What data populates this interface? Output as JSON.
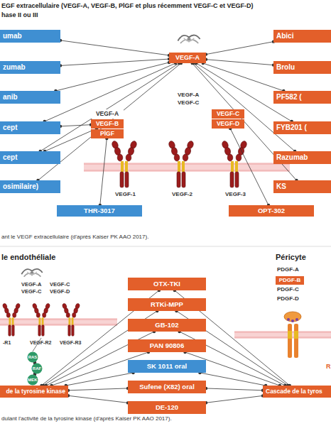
{
  "diagram": {
    "nodes": [
      {
        "text": [
          "umab"
        ]
      },
      {
        "text": [
          "zumab"
        ]
      },
      {
        "text": [
          "anib"
        ]
      },
      {
        "text": [
          "cept"
        ]
      },
      {
        "text": [
          "cept"
        ]
      },
      {
        "text": [
          "osimilaire)"
        ]
      },
      {
        "text": [
          "Abici"
        ]
      },
      {
        "text": [
          "Brolu"
        ]
      },
      {
        "text": [
          "PF582 ("
        ]
      },
      {
        "text": [
          "FYB201 ("
        ]
      },
      {
        "text": [
          "Razumab"
        ]
      },
      {
        "text": [
          "KS"
        ]
      },
      {
        "text": [
          "VEGF-A"
        ]
      },
      {
        "text": [
          "VEGF-A"
        ]
      },
      {
        "text": [
          "VEGF-B"
        ]
      },
      {
        "text": [
          "PlGF"
        ]
      },
      {
        "text": [
          "VEGF-C"
        ]
      },
      {
        "text": [
          "VEGF-D"
        ]
      },
      {
        "text": [
          "THR-3017"
        ]
      },
      {
        "text": [
          "OPT-302"
        ]
      },
      {
        "text": [
          "OTX-TKI"
        ]
      },
      {
        "text": [
          "RTKi-MPP"
        ]
      },
      {
        "text": [
          "GB-102"
        ]
      },
      {
        "text": [
          "PAN 90806"
        ]
      },
      {
        "text": [
          "SK 1011 oral"
        ]
      },
      {
        "text": [
          "Sufene (X82) oral"
        ]
      },
      {
        "text": [
          "DE-120"
        ]
      },
      {
        "text": [
          "de la tyrosine kinase"
        ]
      },
      {
        "text": [
          "Cascade de la tyros"
        ]
      },
      {
        "text": [
          "PDGF-B"
        ]
      },
      {
        "text": [
          "RAS"
        ]
      },
      {
        "text": [
          "RAF"
        ]
      },
      {
        "text": [
          "MEK"
        ]
      }
    ],
    "edges": [
      {
        "from": 0,
        "to": 12,
        "arrow": "none"
      },
      {
        "from": 1,
        "to": 12,
        "arrow": "none"
      },
      {
        "from": 2,
        "to": 12,
        "arrow": "none"
      },
      {
        "from": 3,
        "to": 12,
        "arrow": "none"
      },
      {
        "from": 4,
        "to": 12,
        "arrow": "none"
      },
      {
        "from": 5,
        "to": 12,
        "arrow": "none"
      },
      {
        "from": 3,
        "to": 14,
        "arrow": "none"
      },
      {
        "from": 4,
        "to": 14,
        "arrow": "none"
      },
      {
        "from": 6,
        "to": 12,
        "arrow": "none"
      },
      {
        "from": 7,
        "to": 12,
        "arrow": "none"
      },
      {
        "from": 8,
        "to": 12,
        "arrow": "none"
      },
      {
        "from": 9,
        "to": 12,
        "arrow": "none"
      },
      {
        "from": 10,
        "to": 12,
        "arrow": "none"
      },
      {
        "from": 11,
        "to": 12,
        "arrow": "none"
      },
      {
        "from": 18,
        "to": 15,
        "arrow": "none"
      },
      {
        "from": 19,
        "to": 17,
        "arrow": "none"
      },
      {
        "from": 20,
        "to": 27,
        "arrow": "none"
      },
      {
        "from": 21,
        "to": 27,
        "arrow": "none"
      },
      {
        "from": 22,
        "to": 27,
        "arrow": "none"
      },
      {
        "from": 23,
        "to": 27,
        "arrow": "none"
      },
      {
        "from": 24,
        "to": 27,
        "arrow": "none"
      },
      {
        "from": 25,
        "to": 27,
        "arrow": "none"
      },
      {
        "from": 26,
        "to": 27,
        "arrow": "none"
      },
      {
        "from": 20,
        "to": 28,
        "arrow": "none"
      },
      {
        "from": 21,
        "to": 28,
        "arrow": "none"
      },
      {
        "from": 22,
        "to": 28,
        "arrow": "none"
      },
      {
        "from": 23,
        "to": 28,
        "arrow": "none"
      },
      {
        "from": 24,
        "to": 28,
        "arrow": "none"
      },
      {
        "from": 25,
        "to": 28,
        "arrow": "none"
      },
      {
        "from": 26,
        "to": 28,
        "arrow": "none"
      },
      {
        "from": 30,
        "to": 31,
        "arrow": "none"
      },
      {
        "from": 31,
        "to": 32,
        "arrow": "none"
      }
    ],
    "labels": [
      "EGF extracellulaire (VEGF-A, VEGF-B, PlGF et plus récemment VEGF-C et VEGF-D)",
      "hase II ou III",
      "VEGF-A",
      "VEGF-C",
      "VEGF-1",
      "VEGF-2",
      "VEGF-3",
      "ant le VEGF extracellulaire (d'après Kaiser PK AAO 2017).",
      "le endothéliale",
      "Péricyte",
      "VEGF-A",
      "VEGF-C",
      "VEGF-C",
      "VEGF-D",
      "-R1",
      "VEGF-R2",
      "VEGF-R3",
      "PDGF-A",
      "PDGF-C",
      "PDGF-D",
      "R",
      "dulant l'activité de la tyrosine kinase (d'après Kaiser PK AAO 2017)."
    ]
  }
}
